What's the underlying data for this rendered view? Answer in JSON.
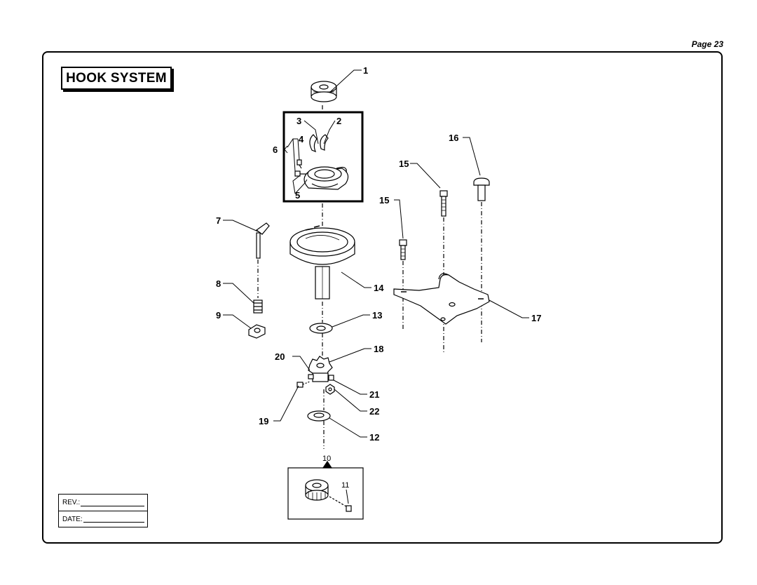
{
  "header": {
    "page": "Page 23"
  },
  "title": "HOOK SYSTEM",
  "rev_label": "REV.:",
  "date_label": "DATE:",
  "callouts": {
    "c1": "1",
    "c2": "2",
    "c3": "3",
    "c4": "4",
    "c5": "5",
    "c6": "6",
    "c7": "7",
    "c8": "8",
    "c9": "9",
    "c10": "10",
    "c11": "11",
    "c12": "12",
    "c13": "13",
    "c14": "14",
    "c15a": "15",
    "c15b": "15",
    "c16": "16",
    "c17": "17",
    "c18": "18",
    "c19": "19",
    "c20": "20",
    "c21": "21",
    "c22": "22"
  }
}
